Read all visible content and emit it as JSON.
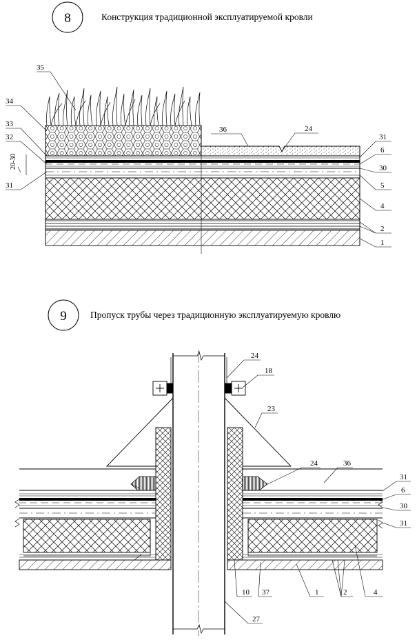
{
  "detail8": {
    "number": "8",
    "title": "Конструкция традиционной эксплуатируемой кровли",
    "labels": {
      "l35": "35",
      "l34": "34",
      "l33": "33",
      "l32": "32",
      "thickness": "20-30",
      "l31a": "31",
      "l36": "36",
      "l24": "24",
      "l31b": "31",
      "l6": "6",
      "l30": "30",
      "l5": "5",
      "l4": "4",
      "l2": "2",
      "l1": "1"
    }
  },
  "detail9": {
    "number": "9",
    "title": "Пропуск трубы через традиционную эксплуатируемую кровлю",
    "labels": {
      "l24a": "24",
      "l18": "18",
      "l23": "23",
      "l24b": "24",
      "l36": "36",
      "l31a": "31",
      "l6": "6",
      "l30": "30",
      "l31b": "31",
      "l10": "10",
      "l37": "37",
      "l1": "1",
      "l2": "2",
      "l4": "4",
      "l27": "27"
    }
  }
}
